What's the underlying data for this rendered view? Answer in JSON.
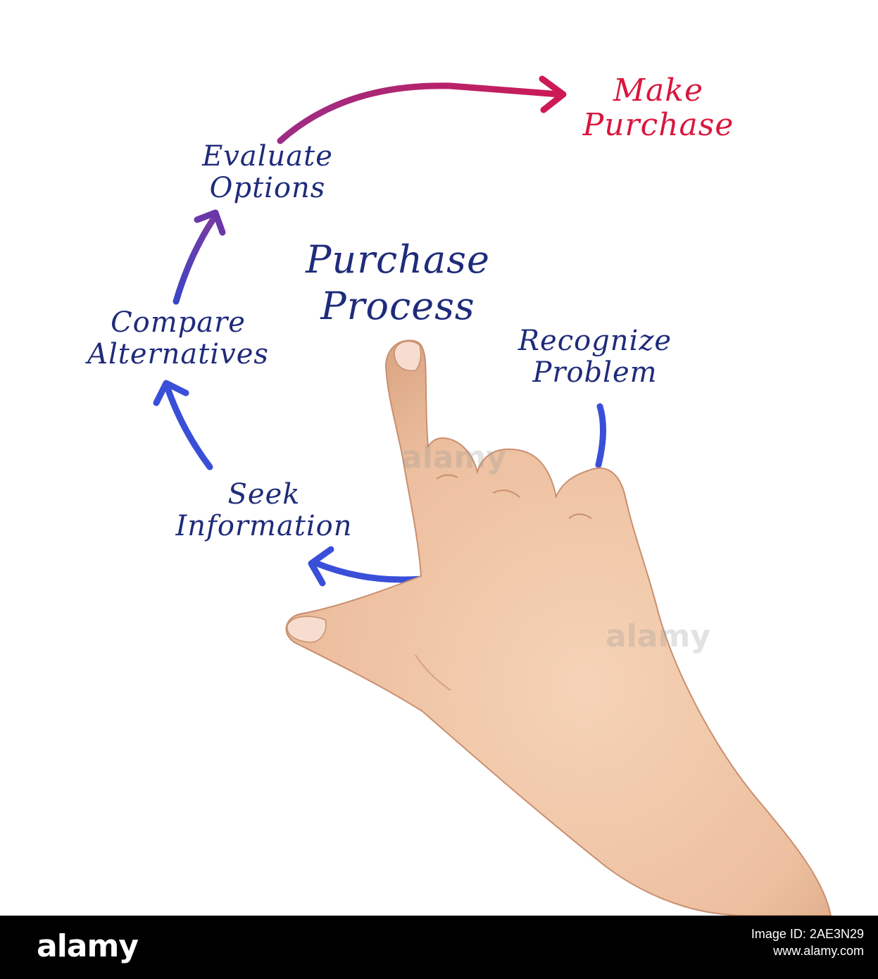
{
  "diagram": {
    "title": [
      "Purchase",
      "Process"
    ],
    "steps": [
      {
        "id": "recognize-problem",
        "lines": [
          "Recognize",
          "Problem"
        ]
      },
      {
        "id": "seek-information",
        "lines": [
          "Seek",
          "Information"
        ]
      },
      {
        "id": "compare-alternatives",
        "lines": [
          "Compare",
          "Alternatives"
        ]
      },
      {
        "id": "evaluate-options",
        "lines": [
          "Evaluate",
          "Options"
        ]
      }
    ],
    "final_step": [
      "Make",
      "Purchase"
    ]
  },
  "colors": {
    "step_text": "#1f2b7a",
    "final_text": "#d8173e",
    "arrow_blue": "#3450d6",
    "arrow_purple": "#6a37a8",
    "arrow_crimson": "#c21a5a",
    "skin": "#f0c7a8"
  },
  "watermark": {
    "brand": "alamy",
    "image_id": [
      "Image ID: 2AE3N29",
      "www.alamy.com"
    ]
  }
}
